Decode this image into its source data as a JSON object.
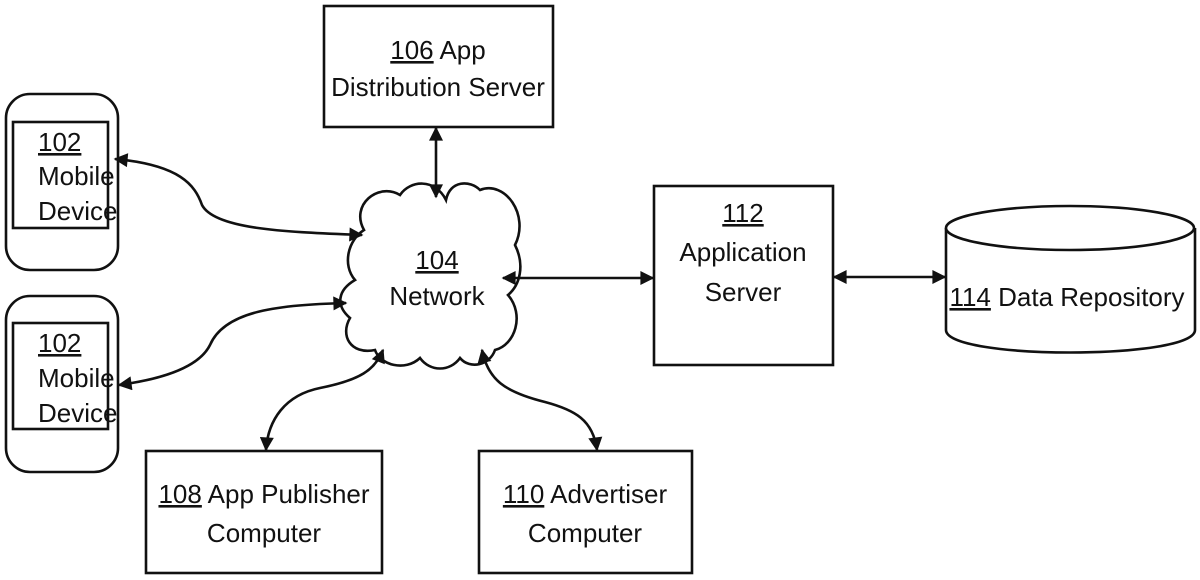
{
  "diagram": {
    "nodes": {
      "mobile_device_1": {
        "ref": "102",
        "lines": [
          "Mobile",
          "Device"
        ]
      },
      "mobile_device_2": {
        "ref": "102",
        "lines": [
          "Mobile",
          "Device"
        ]
      },
      "app_distribution_server": {
        "ref": "106",
        "line1_rest": " App",
        "line2": "Distribution Server"
      },
      "network": {
        "ref": "104",
        "line2": "Network"
      },
      "application_server": {
        "ref": "112",
        "line2": "Application",
        "line3": "Server"
      },
      "data_repository": {
        "ref": "114",
        "line1_rest": " Data Repository"
      },
      "app_publisher_computer": {
        "ref": "108",
        "line1_rest": " App Publisher",
        "line2": "Computer"
      },
      "advertiser_computer": {
        "ref": "110",
        "line1_rest": " Advertiser",
        "line2": "Computer"
      }
    },
    "connections": [
      {
        "from": "mobile_device_1",
        "to": "network",
        "bidirectional": true
      },
      {
        "from": "mobile_device_2",
        "to": "network",
        "bidirectional": true
      },
      {
        "from": "app_distribution_server",
        "to": "network",
        "bidirectional": true
      },
      {
        "from": "network",
        "to": "application_server",
        "bidirectional": true
      },
      {
        "from": "application_server",
        "to": "data_repository",
        "bidirectional": true
      },
      {
        "from": "app_publisher_computer",
        "to": "network",
        "bidirectional": true
      },
      {
        "from": "advertiser_computer",
        "to": "network",
        "bidirectional": true
      }
    ]
  }
}
